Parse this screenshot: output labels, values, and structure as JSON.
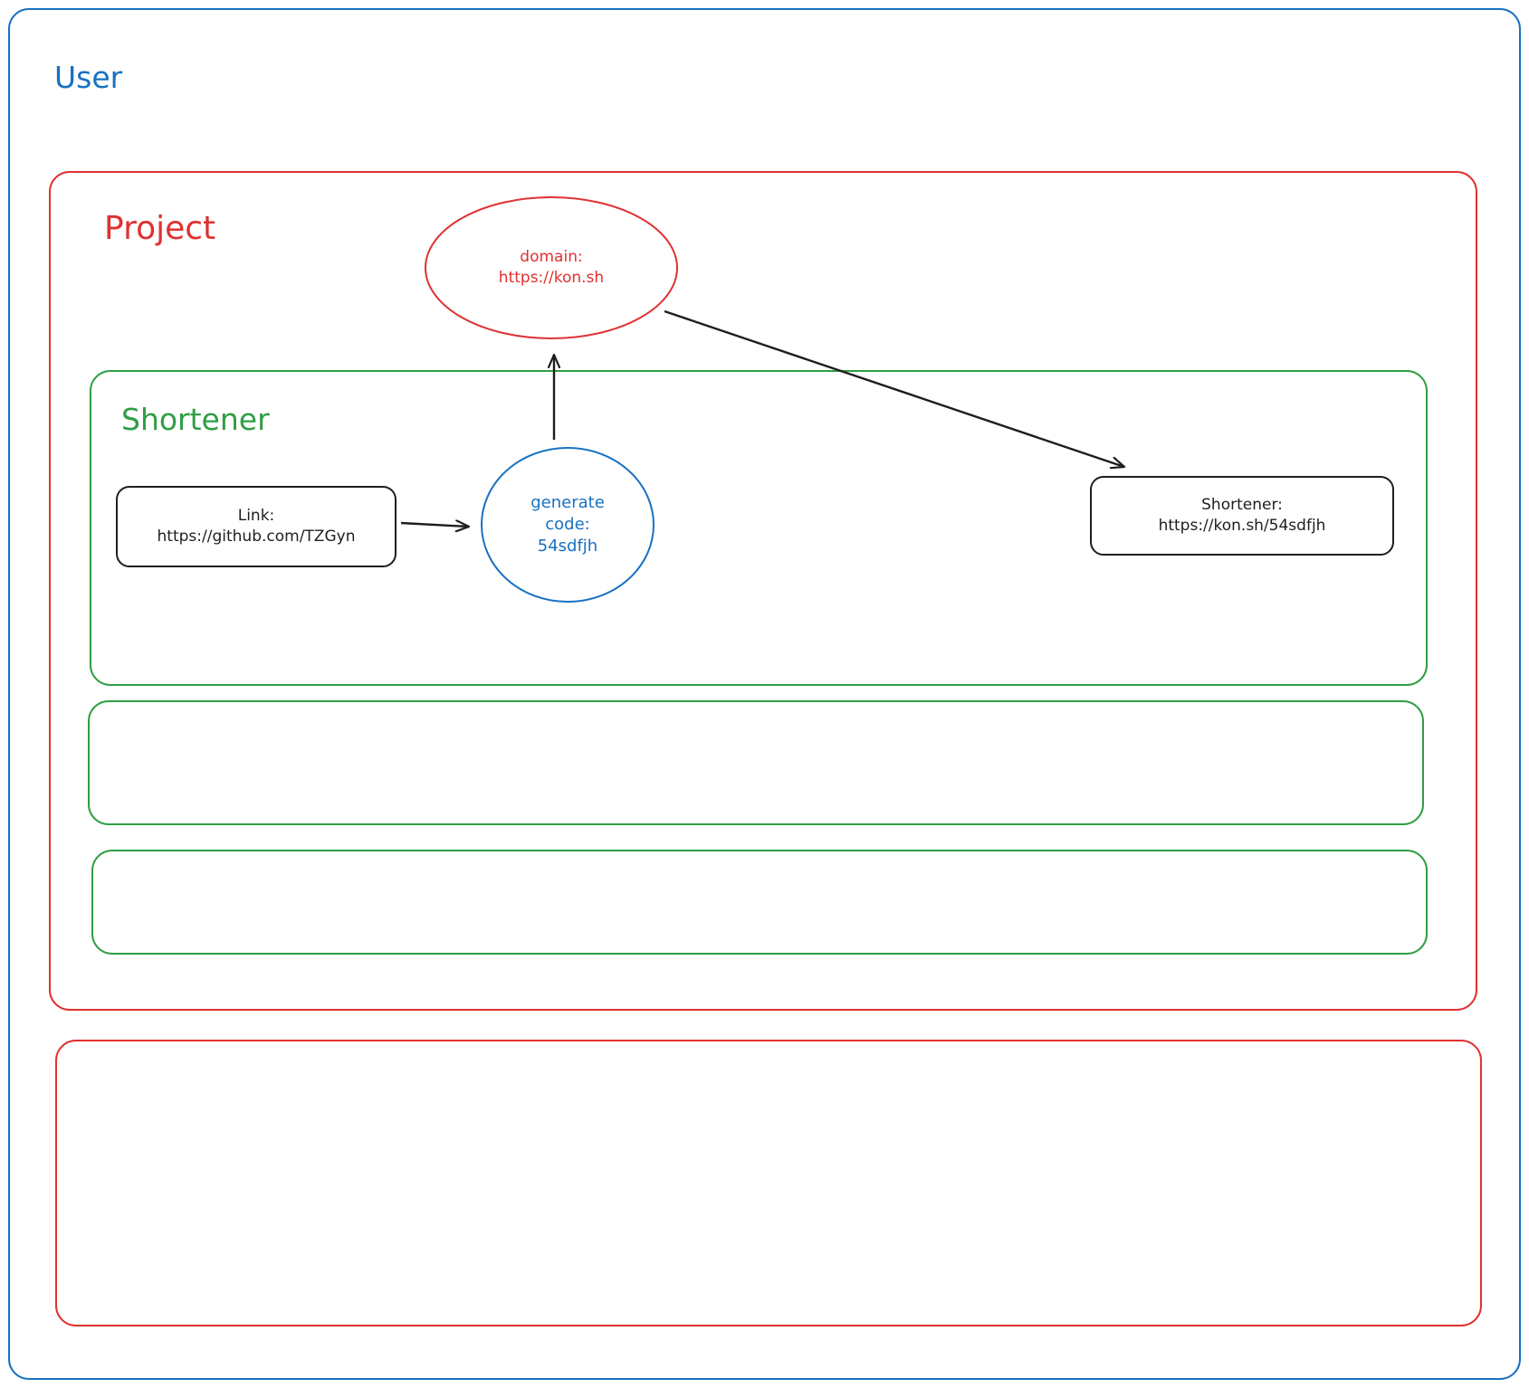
{
  "colors": {
    "user": "#1971c2",
    "project": "#e03131",
    "shortener": "#2f9e44",
    "black": "#1e1e1e"
  },
  "user": {
    "title": "User"
  },
  "project": {
    "title": "Project"
  },
  "domain": {
    "line1": "domain:",
    "line2": "https://kon.sh"
  },
  "shortener": {
    "title": "Shortener"
  },
  "link_box": {
    "line1": "Link:",
    "line2": "https://github.com/TZGyn"
  },
  "generate": {
    "line1": "generate",
    "line2": "code:",
    "line3": "54sdfjh"
  },
  "result_box": {
    "line1": "Shortener:",
    "line2": "https://kon.sh/54sdfjh"
  }
}
